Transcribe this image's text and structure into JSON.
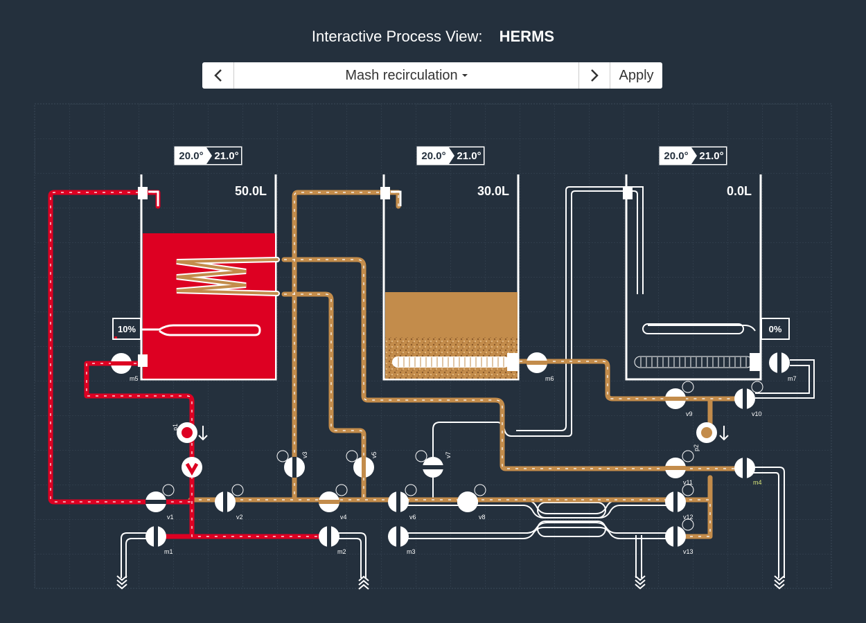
{
  "header": {
    "label": "Interactive Process View:",
    "process": "HERMS"
  },
  "toolbar": {
    "prev_icon": "chevron-left-icon",
    "step": "Mash recirculation",
    "next_icon": "chevron-right-icon",
    "apply_label": "Apply"
  },
  "kettles": [
    {
      "name": "hlt",
      "setpoint": "20.0°",
      "actual": "21.0°",
      "volume": "50.0L",
      "pwm": "10%",
      "liquid_color": "#dd0022"
    },
    {
      "name": "mash-tun",
      "setpoint": "20.0°",
      "actual": "21.0°",
      "volume": "30.0L",
      "liquid_color": "#c38c4b"
    },
    {
      "name": "boil-kettle",
      "setpoint": "20.0°",
      "actual": "21.0°",
      "volume": "0.0L",
      "pwm": "0%"
    }
  ],
  "valves": {
    "v1": "v1",
    "v2": "v2",
    "v3": "v3",
    "v4": "v4",
    "v5": "v5",
    "v6": "v6",
    "v7": "v7",
    "v8": "v8",
    "v9": "v9",
    "v10": "v10",
    "v11": "v11",
    "v12": "v12",
    "v13": "v13"
  },
  "manual_valves": {
    "m1": "m1",
    "m2": "m2",
    "m3": "m3",
    "m4": "m4",
    "m5": "m5",
    "m6": "m6",
    "m7": "m7"
  },
  "pumps": {
    "p1": "p1",
    "p2": "p2"
  },
  "colors": {
    "hot_water": "#dd0022",
    "wort": "#c38c4b",
    "idle_pipe": "#ffffff",
    "background": "#24303d",
    "grid": "#3a4756"
  }
}
